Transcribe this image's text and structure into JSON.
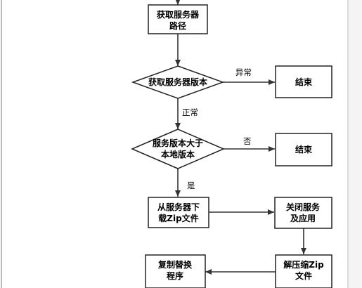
{
  "nodes": {
    "get_server_path": [
      "获取服务器",
      "路径"
    ],
    "get_server_version": [
      "获取服务器版本"
    ],
    "end_1": [
      "结束"
    ],
    "version_greater": [
      "服务版本大于",
      "本地版本"
    ],
    "end_2": [
      "结束"
    ],
    "download_zip": [
      "从服务器下",
      "载Zip文件"
    ],
    "close_service": [
      "关闭服务",
      "及应用"
    ],
    "unzip": [
      "解压缩Zip",
      "文件"
    ],
    "replace_program": [
      "复制替换",
      "程序"
    ]
  },
  "edges": {
    "abnormal": "异常",
    "normal": "正常",
    "no": "否",
    "yes": "是"
  }
}
